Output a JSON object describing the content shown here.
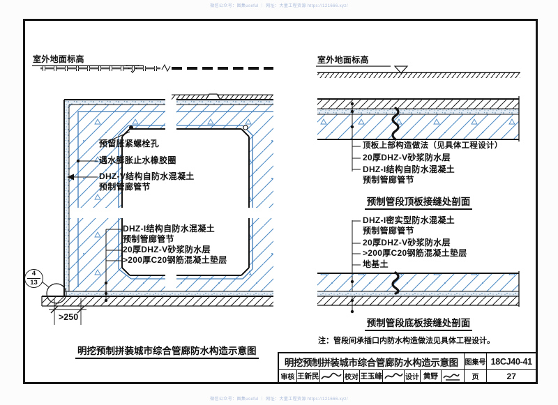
{
  "watermark": {
    "top": "微信公众号：图集useful ｜ 网址：大量工程资源 https://121666.xyz/",
    "bottom": "微信公众号：图集useful ｜ 网址：大量工程资源 https://121666.xyz/"
  },
  "colors": {
    "hatch_blue": "#4e8bc4",
    "stipple_blue": "#678fae",
    "line_black": "#141414",
    "watermark_blue": "#aabbda"
  },
  "left_drawing": {
    "ground_label": "室外地面标高",
    "labels": {
      "bolt_hole": "预留胀紧螺栓孔",
      "waterstop": "遇水膨胀止水橡胶圈",
      "wall_concrete_line1": "DHZ-V结构自防水混凝土",
      "wall_concrete_line2": "预制管廊管节",
      "base_concrete_line1": "DHZ-I结构自防水混凝土",
      "base_concrete_line2": "预制管廊管节",
      "mortar_layer": "20厚DHZ-V砂浆防水层",
      "cushion": ">200厚C20钢筋混凝土垫层"
    },
    "detail_callout": {
      "number": "4",
      "sheet": "13"
    },
    "dimension": ">250",
    "caption": "明挖预制拼装城市综合管廊防水构造示意图"
  },
  "right_top_drawing": {
    "ground_label": "室外地面标高",
    "labels": {
      "top_construction": "顶板上部构造做法（见具体工程设计）",
      "mortar_layer": "20厚DHZ-V砂浆防水层",
      "concrete_line1": "DHZ-I结构自防水混凝土",
      "concrete_line2": "预制管廊管节"
    },
    "caption": "预制管段顶板接缝处剖面"
  },
  "right_bottom_drawing": {
    "labels": {
      "concrete_line1": "DHZ-I密实型防水混凝土",
      "concrete_line2": "预制管廊管节",
      "mortar_layer": "20厚DHZ-V砂浆防水层",
      "cushion": ">200厚C20钢筋混凝土垫层",
      "subsoil": "地基土"
    },
    "caption": "预制管段底板接缝处剖面"
  },
  "note": "注：管段间承插口内防水构造做法见具体工程设计。",
  "title_block": {
    "title": "明挖预制拼装城市综合管廊防水构造示意图",
    "atlas_label": "图集号",
    "atlas_number": "18CJ40-41",
    "reviewer_label": "审核",
    "reviewer_name": "王新民",
    "checker_label": "校对",
    "checker_name": "王玉峰",
    "designer_label": "设计",
    "designer_name": "黄野",
    "page_label": "页",
    "page_number": "27"
  }
}
